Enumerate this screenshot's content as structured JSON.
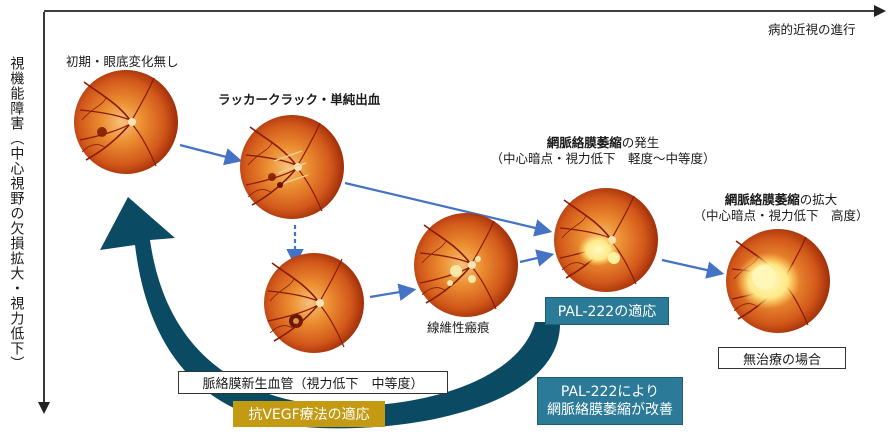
{
  "axes": {
    "x_label": "病的近視の進行",
    "y_label": "視機能障害（中心視野の欠損拡大・視力低下）"
  },
  "stages": {
    "initial": "初期・眼底変化無し",
    "lacquer": "ラッカークラック・単純出血",
    "fibro": "線維性瘢痕",
    "atrophy_onset_bold": "網脈絡膜萎縮",
    "atrophy_onset_rest": "の発生",
    "atrophy_onset_sub": "（中心暗点・視力低下　軽度～中等度）",
    "atrophy_expand_bold": "網脈絡膜萎縮",
    "atrophy_expand_rest": "の拡大",
    "atrophy_expand_sub": "（中心暗点・視力低下　高度）"
  },
  "boxes": {
    "cnv": "脈絡膜新生血管（視力低下　中等度）",
    "anti_vegf": "抗VEGF療法の適応",
    "pal_indication": "PAL-222の適応",
    "no_treatment": "無治療の場合",
    "pal_improve_line1": "PAL-222により",
    "pal_improve_line2": "網脈絡膜萎縮が改善"
  },
  "colors": {
    "teal_arrow": "#0b4a63",
    "teal_box": "#2a7a98",
    "gold_box": "#c49a12",
    "blue_arrow": "#4472c4",
    "fundus_outer": "#b8360c",
    "fundus_mid": "#e07420",
    "fundus_center": "#f3ae5a"
  }
}
